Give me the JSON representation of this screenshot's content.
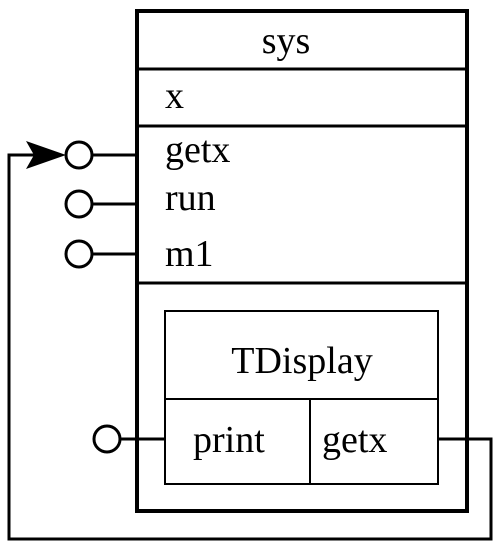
{
  "diagram": {
    "outer": {
      "title": "sys",
      "attributes": [
        "x"
      ],
      "methods": [
        "getx",
        "run",
        "m1"
      ]
    },
    "inner": {
      "title": "TDisplay",
      "methods": [
        "print",
        "getx"
      ]
    }
  },
  "colors": {
    "stroke": "#000000",
    "background": "#ffffff"
  }
}
